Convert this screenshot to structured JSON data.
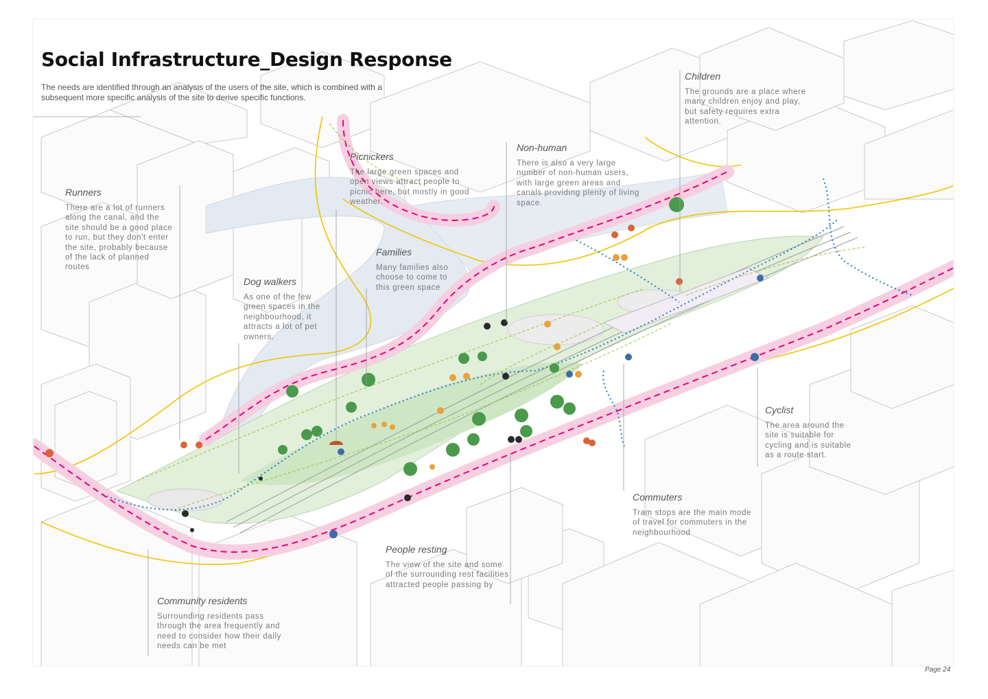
{
  "page": {
    "title": "Social Infrastructure_Design Response",
    "intro": "The needs are identified through an analysis of the users of the site, which is combined with a subsequent more specific analysis of the site to derive specific functions.",
    "page_number": "Page 24"
  },
  "user_groups": {
    "runners": {
      "title": "Runners",
      "text": "There are a lot of runners along the canal, and the site should be a good place to run, but they don't enter the site, probably because of the lack of planned routes"
    },
    "dog_walkers": {
      "title": "Dog walkers",
      "text": "As one of the few green spaces in the neighbourhood, it attracts a lot of pet owners."
    },
    "picnickers": {
      "title": "Picnickers",
      "text": "The large green spaces and open views attract people to picnic here, but mostly in good weather."
    },
    "families": {
      "title": "Families",
      "text": "Many families also choose to come to this green space"
    },
    "non_human": {
      "title": "Non-human",
      "text": "There is also a very large number of non-human users, with large green areas and canals providing plenty of living space."
    },
    "children": {
      "title": "Children",
      "text": "The grounds are a place where many children enjoy and play, but safety requires extra attention."
    },
    "cyclist": {
      "title": "Cyclist",
      "text": "The area around the site is suitable for cycling and is suitable as a route start."
    },
    "commuters": {
      "title": "Commuters",
      "text": "Tram stops are the main mode of travel for commuters in the neighbourhood"
    },
    "people_resting": {
      "title": "People resting",
      "text": "The view of the site and some of the surrounding rest facilities attracted people passing by"
    },
    "community_residents": {
      "title": "Community residents",
      "text": "Surrounding residents pass through the area frequently and need to consider how their daily needs can be met"
    }
  },
  "colors": {
    "route_pink": "#e6007e",
    "route_band": "#f6cfe0",
    "walk_blue": "#1f78c8",
    "boundary_yellow": "#f2c200",
    "path_green": "#9ec23a",
    "grass": "#cfe6c4",
    "water": "#dfe7ef",
    "building_outline": "#c9c9c9",
    "tree": "#4a9a4c"
  }
}
